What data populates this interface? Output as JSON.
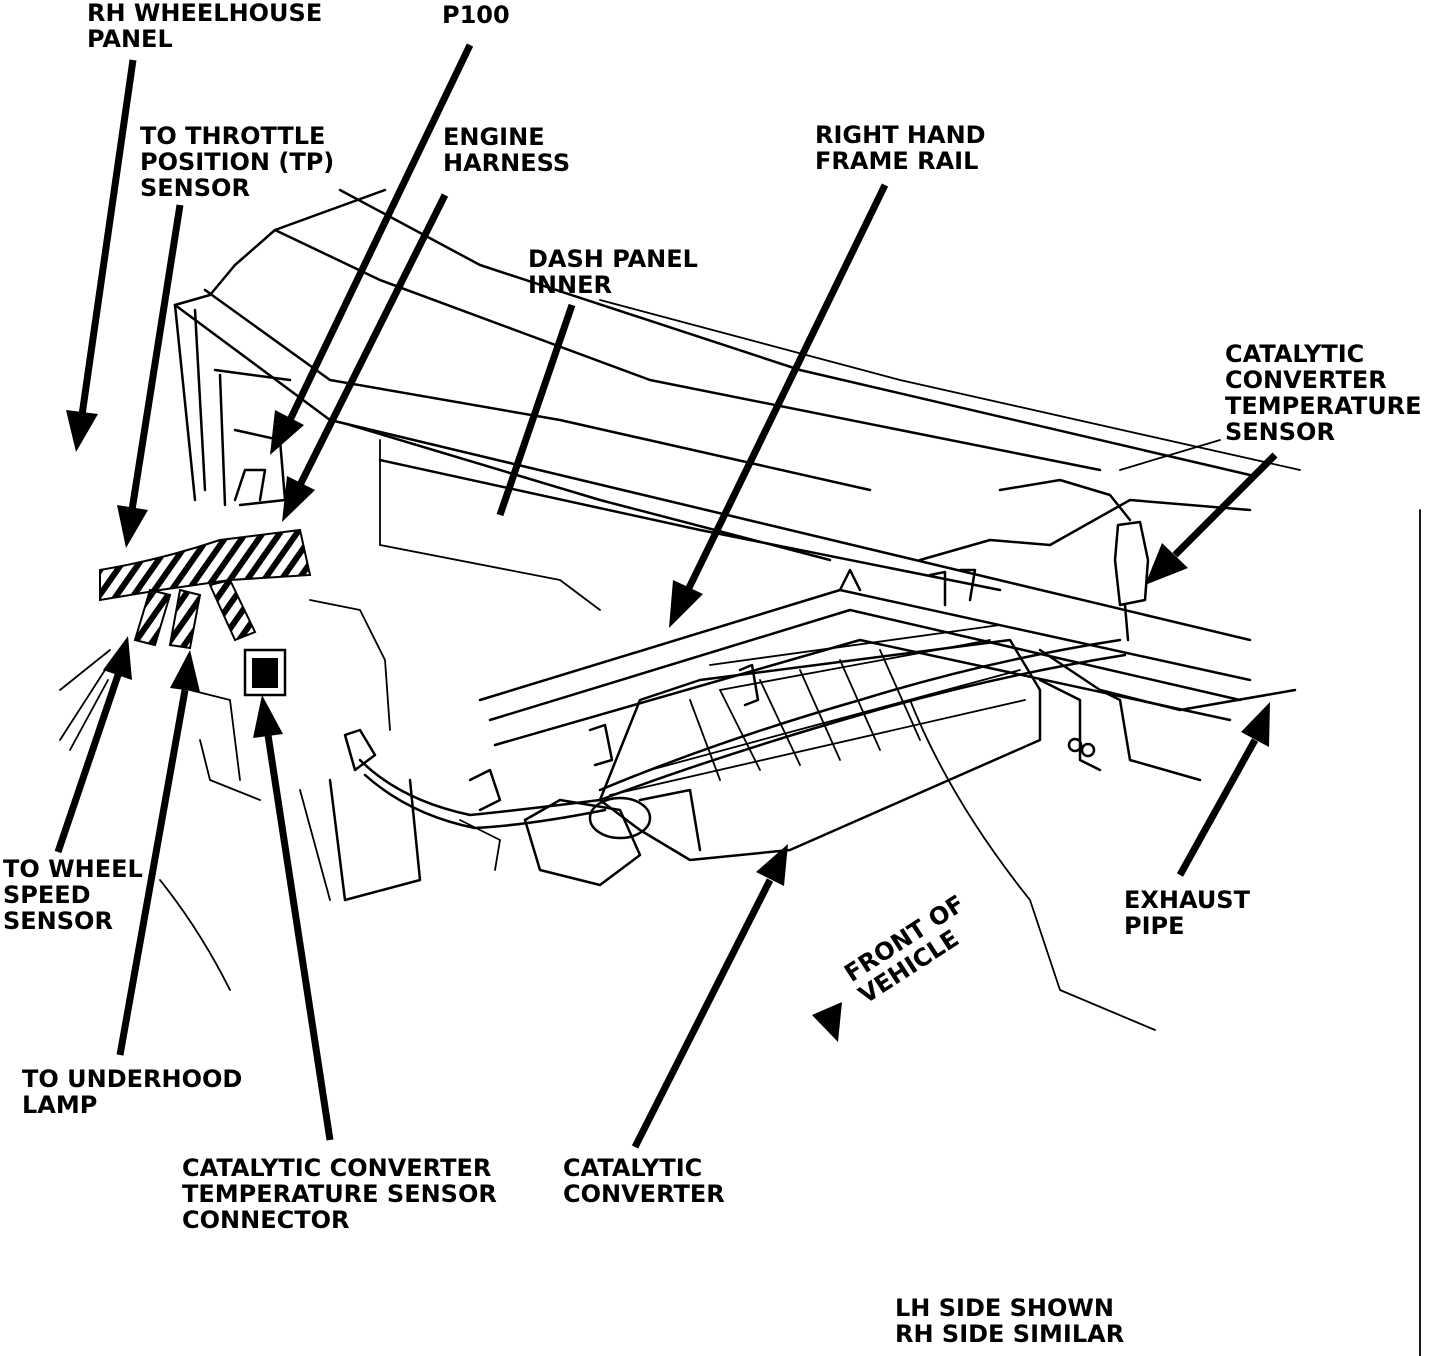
{
  "labels": {
    "rh_wheelhouse_panel": [
      "RH WHEELHOUSE",
      "PANEL"
    ],
    "p100": [
      "P100"
    ],
    "to_throttle_position_sensor": [
      "TO THROTTLE",
      "POSITION (TP)",
      "SENSOR"
    ],
    "engine_harness": [
      "ENGINE",
      "HARNESS"
    ],
    "right_hand_frame_rail": [
      "RIGHT HAND",
      "FRAME RAIL"
    ],
    "dash_panel_inner": [
      "DASH PANEL",
      "INNER"
    ],
    "catalytic_converter_temperature_sensor": [
      "CATALYTIC",
      "CONVERTER",
      "TEMPERATURE",
      "SENSOR"
    ],
    "to_wheel_speed_sensor": [
      "TO WHEEL",
      "SPEED",
      "SENSOR"
    ],
    "exhaust_pipe": [
      "EXHAUST",
      "PIPE"
    ],
    "front_of_vehicle": [
      "FRONT OF",
      "VEHICLE"
    ],
    "to_underhood_lamp": [
      "TO UNDERHOOD",
      "LAMP"
    ],
    "catalytic_converter_temperature_sensor_connector": [
      "CATALYTIC CONVERTER",
      "TEMPERATURE SENSOR",
      "CONNECTOR"
    ],
    "catalytic_converter": [
      "CATALYTIC",
      "CONVERTER"
    ],
    "note": [
      "LH SIDE SHOWN",
      "RH SIDE SIMILAR"
    ]
  },
  "colors": {
    "ink": "#000000",
    "paper": "#ffffff"
  }
}
